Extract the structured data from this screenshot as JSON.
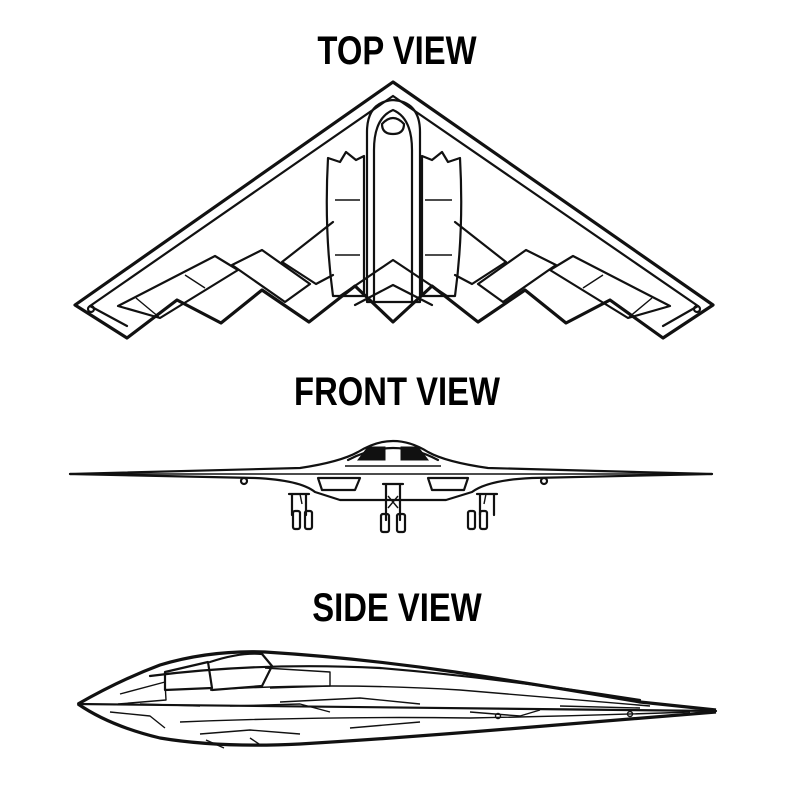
{
  "views": {
    "top": {
      "title": "TOP VIEW"
    },
    "front": {
      "title": "FRONT VIEW"
    },
    "side": {
      "title": "SIDE VIEW"
    }
  },
  "colors": {
    "line": "#111111",
    "background": "#ffffff"
  }
}
